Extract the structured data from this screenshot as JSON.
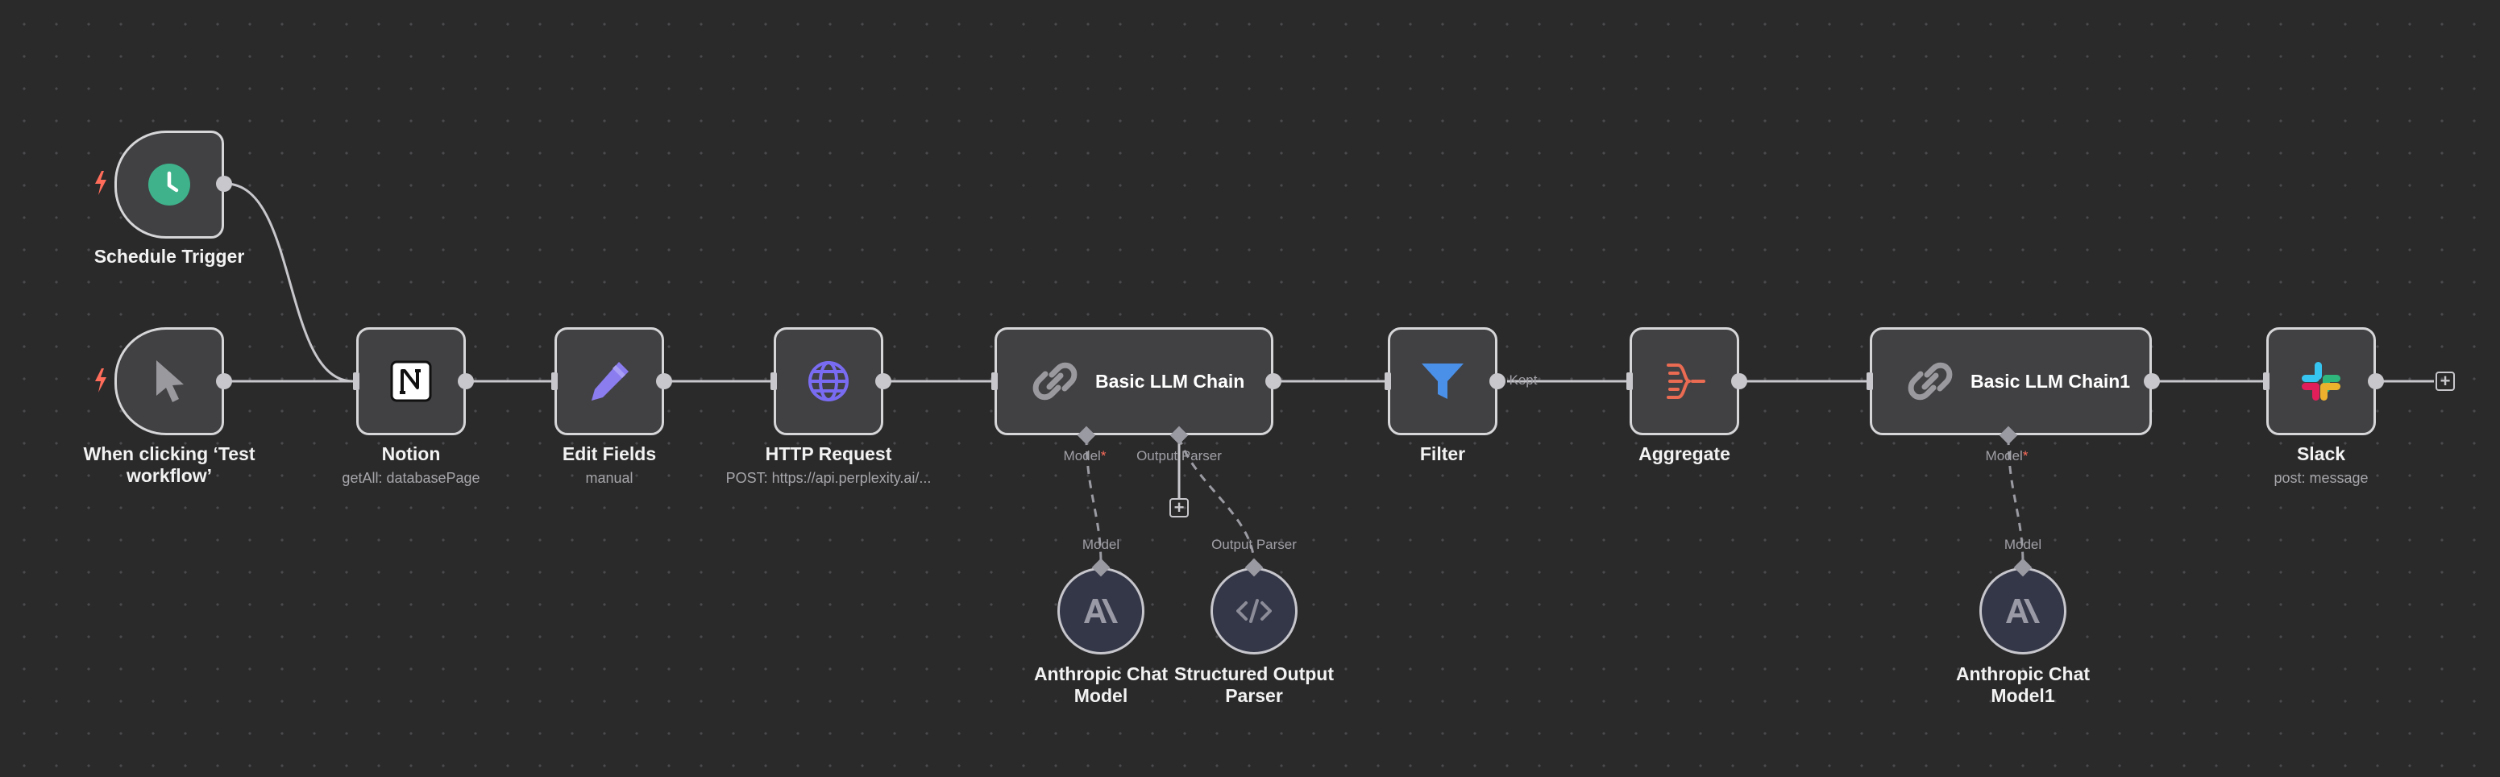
{
  "nodes": {
    "schedule_trigger": {
      "title": "Schedule Trigger"
    },
    "manual_trigger": {
      "title_line1": "When clicking ‘Test",
      "title_line2": "workflow’"
    },
    "notion": {
      "title": "Notion",
      "subtitle": "getAll: databasePage"
    },
    "edit_fields": {
      "title": "Edit Fields",
      "subtitle": "manual"
    },
    "http_request": {
      "title": "HTTP Request",
      "subtitle": "POST: https://api.perplexity.ai/..."
    },
    "llm_chain": {
      "title": "Basic LLM Chain",
      "port_model": "Model",
      "port_parser": "Output Parser"
    },
    "filter": {
      "title": "Filter",
      "output_label": "Kept"
    },
    "aggregate": {
      "title": "Aggregate"
    },
    "llm_chain1": {
      "title": "Basic LLM Chain1",
      "port_model": "Model"
    },
    "slack": {
      "title": "Slack",
      "subtitle": "post: message"
    },
    "anthropic_model": {
      "title_line1": "Anthropic Chat",
      "title_line2": "Model",
      "port": "Model"
    },
    "output_parser": {
      "title_line1": "Structured Output",
      "title_line2": "Parser",
      "port": "Output Parser"
    },
    "anthropic_model1": {
      "title_line1": "Anthropic Chat",
      "title_line2": "Model1",
      "port": "Model"
    }
  },
  "required_marker": "*",
  "plus_symbol": "+",
  "icons": {
    "schedule": "clock-icon",
    "manual": "cursor-icon",
    "notion": "notion-icon",
    "edit": "pencil-icon",
    "http": "globe-icon",
    "chain": "link-icon",
    "filter": "funnel-icon",
    "aggregate": "aggregate-icon",
    "slack": "slack-icon",
    "anthropic": "anthropic-icon",
    "parser": "code-icon"
  },
  "colors": {
    "background": "#2a2a2b",
    "node_fill": "#414144",
    "node_border": "#d6d6d9",
    "trigger_bolt": "#ff6d5a",
    "clock_green": "#3fb28b",
    "pencil_purple": "#8b7cf0",
    "globe_purple": "#7a6cf2",
    "filter_blue": "#4a90e8",
    "aggregate_red": "#ea6b52"
  }
}
